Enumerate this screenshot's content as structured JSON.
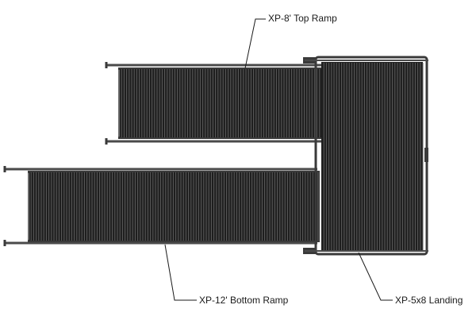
{
  "labels": {
    "top_ramp": "XP-8' Top Ramp",
    "bottom_ramp": "XP-12' Bottom Ramp",
    "landing": "XP-5x8 Landing"
  },
  "colors": {
    "deck": "#1e1e1e",
    "slat_line": "#5c5c5c",
    "frame": "#3a3a3a",
    "rail": "#4a4a4a",
    "leader": "#1a1a1a",
    "background": "#ffffff"
  }
}
